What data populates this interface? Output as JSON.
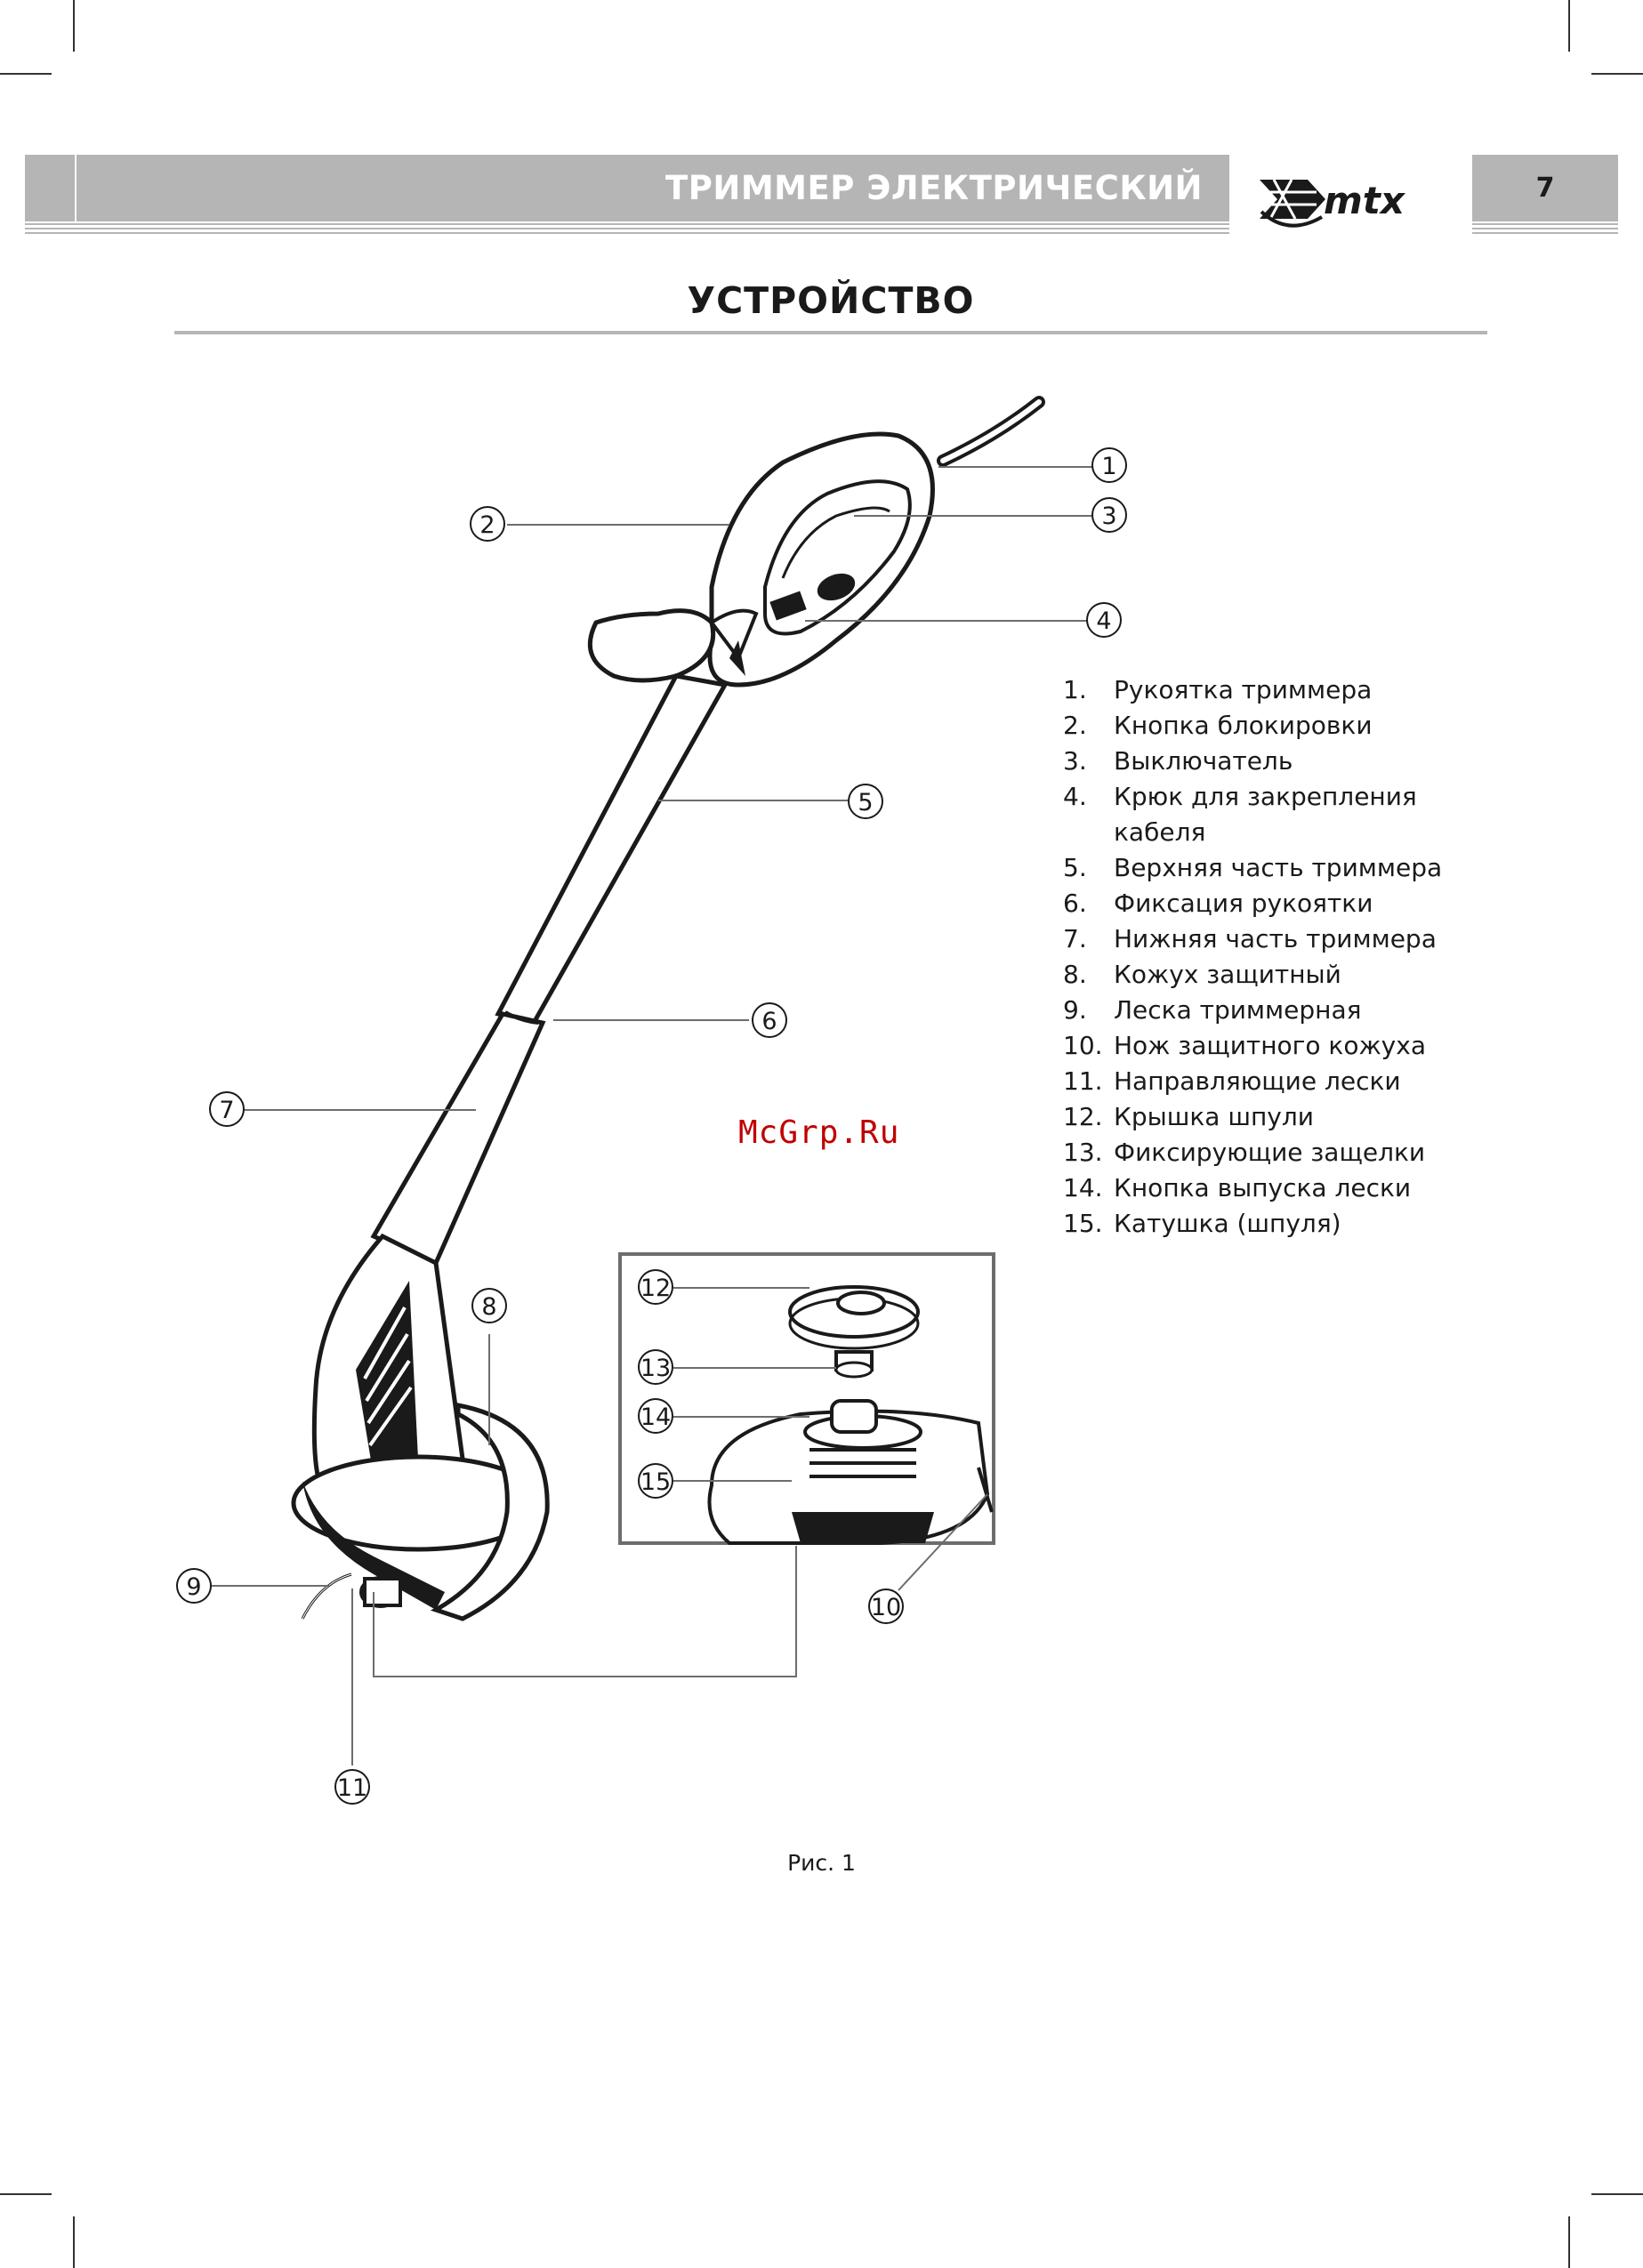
{
  "header": {
    "title": "ТРИММЕР ЭЛЕКТРИЧЕСКИЙ",
    "logo_text": "mtx",
    "page_number": "7"
  },
  "section": {
    "title": "УСТРОЙСТВО"
  },
  "legend": [
    {
      "num": "1.",
      "text": "Рукоятка триммера"
    },
    {
      "num": "2.",
      "text": "Кнопка блокировки"
    },
    {
      "num": "3.",
      "text": "Выключатель"
    },
    {
      "num": "4.",
      "text": "Крюк для закрепления кабеля"
    },
    {
      "num": "5.",
      "text": "Верхняя часть триммера"
    },
    {
      "num": "6.",
      "text": "Фиксация рукоятки"
    },
    {
      "num": "7.",
      "text": "Нижняя часть триммера"
    },
    {
      "num": "8.",
      "text": "Кожух защитный"
    },
    {
      "num": "9.",
      "text": "Леска триммерная"
    },
    {
      "num": "10.",
      "text": "Нож защитного кожуха"
    },
    {
      "num": "11.",
      "text": "Направляющие лески"
    },
    {
      "num": "12.",
      "text": "Крышка шпули"
    },
    {
      "num": "13.",
      "text": "Фиксирующие защелки"
    },
    {
      "num": "14.",
      "text": "Кнопка выпуска лески"
    },
    {
      "num": "15.",
      "text": "Катушка (шпуля)"
    }
  ],
  "callouts": [
    "1",
    "2",
    "3",
    "4",
    "5",
    "6",
    "7",
    "8",
    "9",
    "10",
    "11",
    "12",
    "13",
    "14",
    "15"
  ],
  "watermark": "McGrp.Ru",
  "caption": "Рис. 1"
}
